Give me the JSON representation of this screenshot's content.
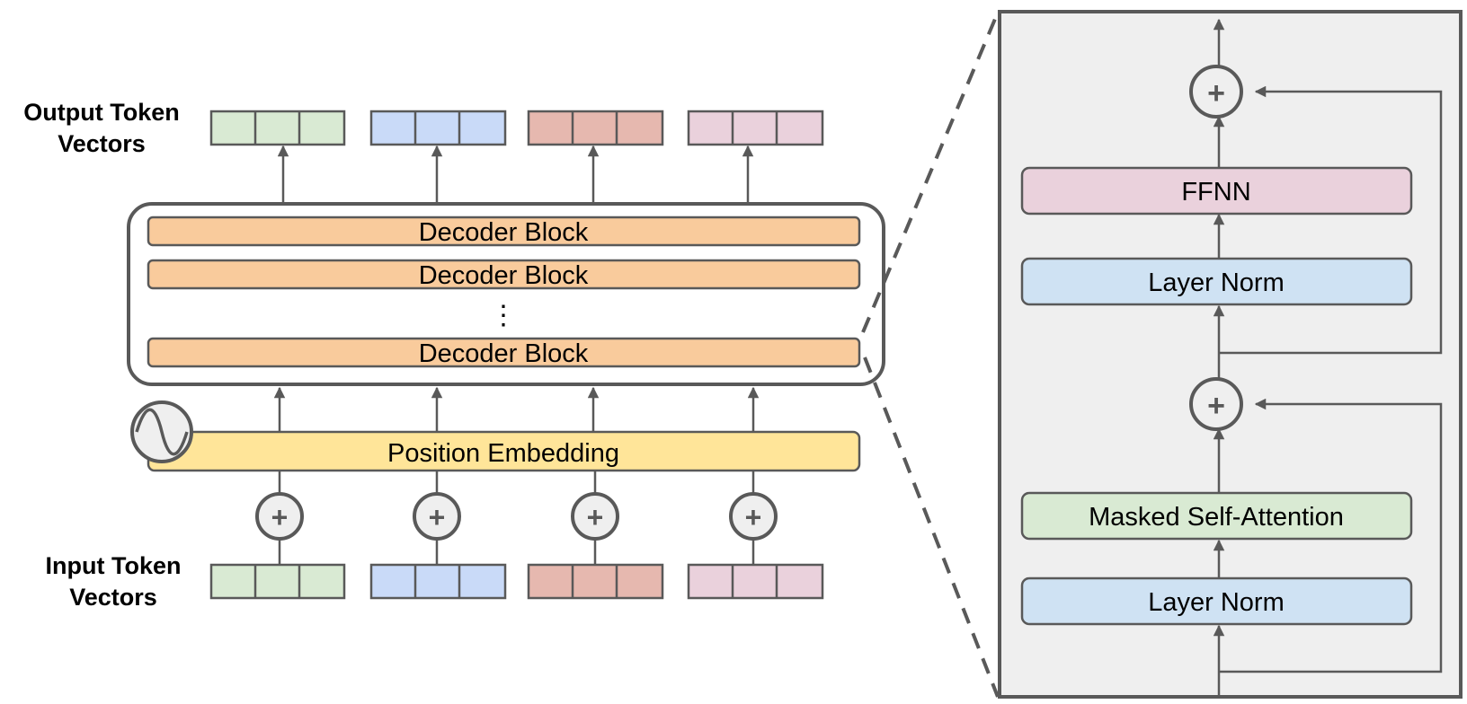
{
  "labels": {
    "output_line1": "Output Token",
    "output_line2": "Vectors",
    "input_line1": "Input Token",
    "input_line2": "Vectors",
    "decoder_block": "Decoder Block",
    "ellipsis": "⋮",
    "position_embedding": "Position Embedding"
  },
  "detail": {
    "ffnn": "FFNN",
    "layer_norm_top": "Layer Norm",
    "masked_self_attention": "Masked Self-Attention",
    "layer_norm_bottom": "Layer Norm"
  },
  "colors": {
    "stroke": "#595959",
    "green": "#d9ead3",
    "blue": "#c9daf8",
    "red": "#e6b8af",
    "pink": "#ead1dc",
    "decoder_orange": "#f9cb9c",
    "position_yellow": "#ffe599",
    "detail_bg": "#efefef",
    "ffnn_pink": "#ead1dc",
    "norm_blue": "#cfe2f3",
    "attn_green": "#d9ead3"
  },
  "icons": {
    "add": "plus-circle-icon",
    "sine": "sine-wave-icon",
    "arrow": "arrow-up-icon"
  }
}
